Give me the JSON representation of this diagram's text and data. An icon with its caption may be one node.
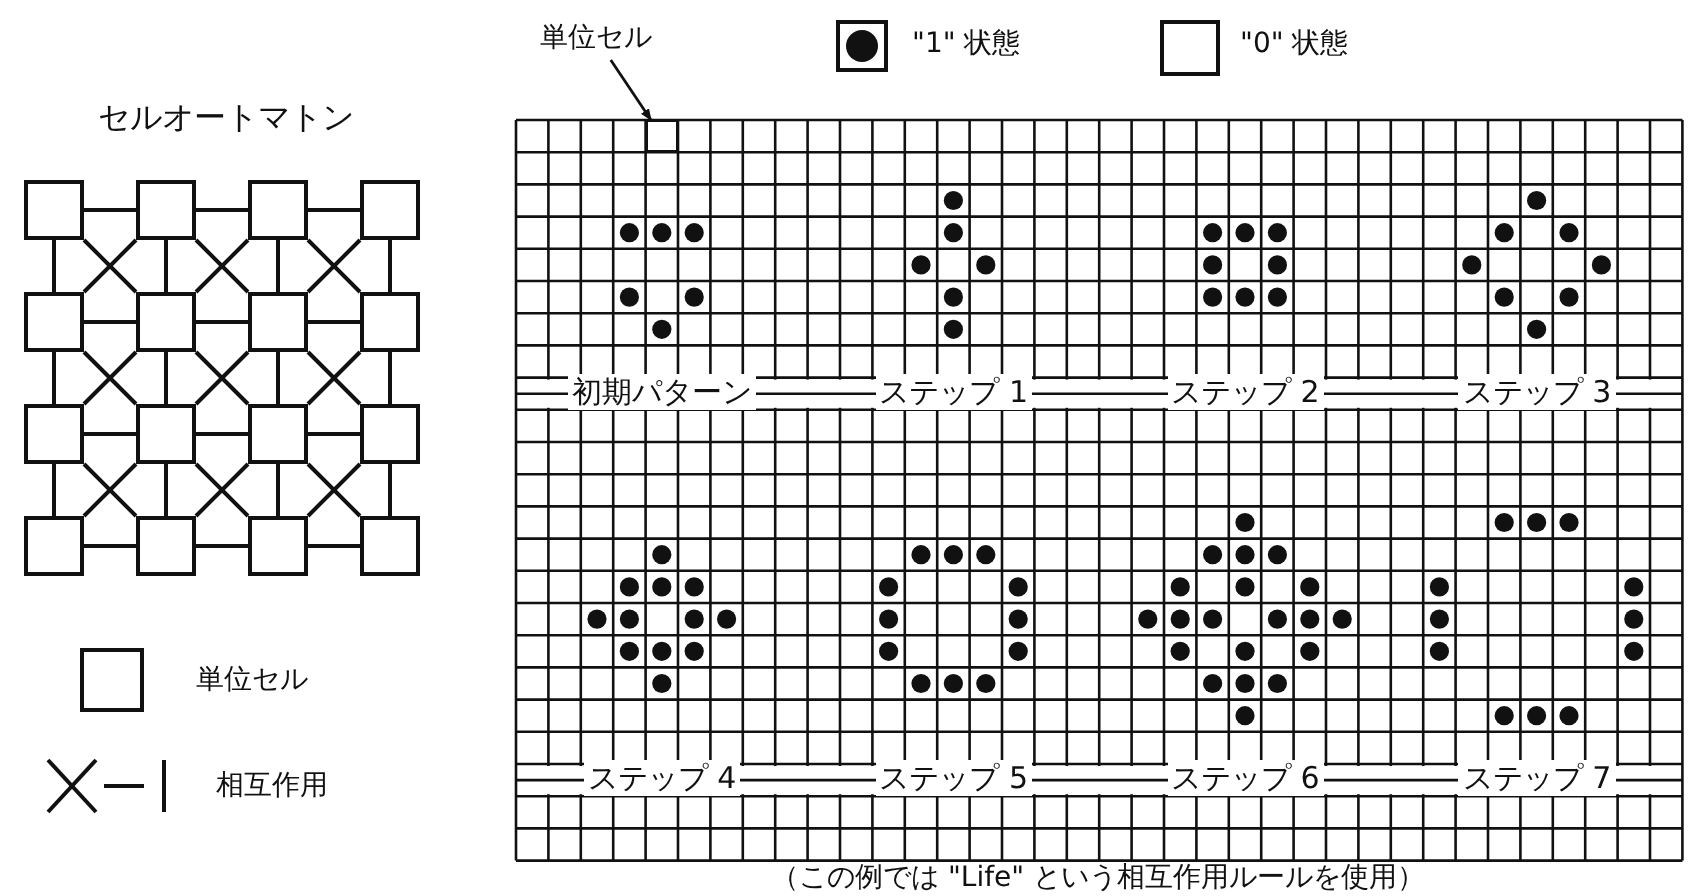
{
  "diagram": {
    "title": "セルオートマトン",
    "caption": "（この例では \"Life\" という相互作用ルールを使用）",
    "nodes": [
      {
        "text": [],
        "shape": "box"
      },
      {
        "text": [],
        "shape": "box"
      },
      {
        "text": [],
        "shape": "box"
      },
      {
        "text": [],
        "shape": "box"
      },
      {
        "text": [],
        "shape": "box"
      },
      {
        "text": [],
        "shape": "box"
      },
      {
        "text": [],
        "shape": "box"
      },
      {
        "text": [],
        "shape": "box"
      },
      {
        "text": [],
        "shape": "box"
      },
      {
        "text": [],
        "shape": "box"
      },
      {
        "text": [],
        "shape": "box"
      },
      {
        "text": [],
        "shape": "box"
      },
      {
        "text": [],
        "shape": "box"
      },
      {
        "text": [],
        "shape": "box"
      },
      {
        "text": [],
        "shape": "box"
      },
      {
        "text": [],
        "shape": "box"
      },
      {
        "text": [
          "単位セル"
        ]
      },
      {
        "text": [],
        "shape": "box"
      }
    ],
    "edges": [
      {
        "from": 0,
        "to": 1,
        "arrow": "none"
      },
      {
        "from": 1,
        "to": 2,
        "arrow": "none"
      },
      {
        "from": 2,
        "to": 3,
        "arrow": "none"
      },
      {
        "from": 4,
        "to": 5,
        "arrow": "none"
      },
      {
        "from": 5,
        "to": 6,
        "arrow": "none"
      },
      {
        "from": 6,
        "to": 7,
        "arrow": "none"
      },
      {
        "from": 8,
        "to": 9,
        "arrow": "none"
      },
      {
        "from": 9,
        "to": 10,
        "arrow": "none"
      },
      {
        "from": 10,
        "to": 11,
        "arrow": "none"
      },
      {
        "from": 12,
        "to": 13,
        "arrow": "none"
      },
      {
        "from": 13,
        "to": 14,
        "arrow": "none"
      },
      {
        "from": 14,
        "to": 15,
        "arrow": "none"
      },
      {
        "from": 0,
        "to": 4,
        "arrow": "none"
      },
      {
        "from": 1,
        "to": 5,
        "arrow": "none"
      },
      {
        "from": 2,
        "to": 6,
        "arrow": "none"
      },
      {
        "from": 3,
        "to": 7,
        "arrow": "none"
      },
      {
        "from": 4,
        "to": 8,
        "arrow": "none"
      },
      {
        "from": 5,
        "to": 9,
        "arrow": "none"
      },
      {
        "from": 6,
        "to": 10,
        "arrow": "none"
      },
      {
        "from": 7,
        "to": 11,
        "arrow": "none"
      },
      {
        "from": 8,
        "to": 12,
        "arrow": "none"
      },
      {
        "from": 9,
        "to": 13,
        "arrow": "none"
      },
      {
        "from": 10,
        "to": 14,
        "arrow": "none"
      },
      {
        "from": 11,
        "to": 15,
        "arrow": "none"
      },
      {
        "from": 0,
        "to": 5,
        "arrow": "none"
      },
      {
        "from": 1,
        "to": 4,
        "arrow": "none"
      },
      {
        "from": 1,
        "to": 6,
        "arrow": "none"
      },
      {
        "from": 2,
        "to": 5,
        "arrow": "none"
      },
      {
        "from": 2,
        "to": 7,
        "arrow": "none"
      },
      {
        "from": 3,
        "to": 6,
        "arrow": "none"
      },
      {
        "from": 4,
        "to": 9,
        "arrow": "none"
      },
      {
        "from": 5,
        "to": 8,
        "arrow": "none"
      },
      {
        "from": 5,
        "to": 10,
        "arrow": "none"
      },
      {
        "from": 6,
        "to": 9,
        "arrow": "none"
      },
      {
        "from": 6,
        "to": 11,
        "arrow": "none"
      },
      {
        "from": 7,
        "to": 10,
        "arrow": "none"
      },
      {
        "from": 8,
        "to": 13,
        "arrow": "none"
      },
      {
        "from": 9,
        "to": 12,
        "arrow": "none"
      },
      {
        "from": 9,
        "to": 14,
        "arrow": "none"
      },
      {
        "from": 10,
        "to": 13,
        "arrow": "none"
      },
      {
        "from": 10,
        "to": 15,
        "arrow": "none"
      },
      {
        "from": 11,
        "to": 14,
        "arrow": "none"
      },
      {
        "from": 16,
        "to": 17,
        "arrow": "to"
      }
    ],
    "labels": [
      "初期パターン",
      "ステップ 1",
      "ステップ 2",
      "ステップ 3",
      "ステップ 4",
      "ステップ 5",
      "ステップ 6",
      "ステップ 7"
    ],
    "legend": [
      {
        "text": "\"1\" 状態"
      },
      {
        "text": "\"0\" 状態"
      },
      {
        "text": "単位セル"
      },
      {
        "text": "相互作用"
      }
    ]
  }
}
